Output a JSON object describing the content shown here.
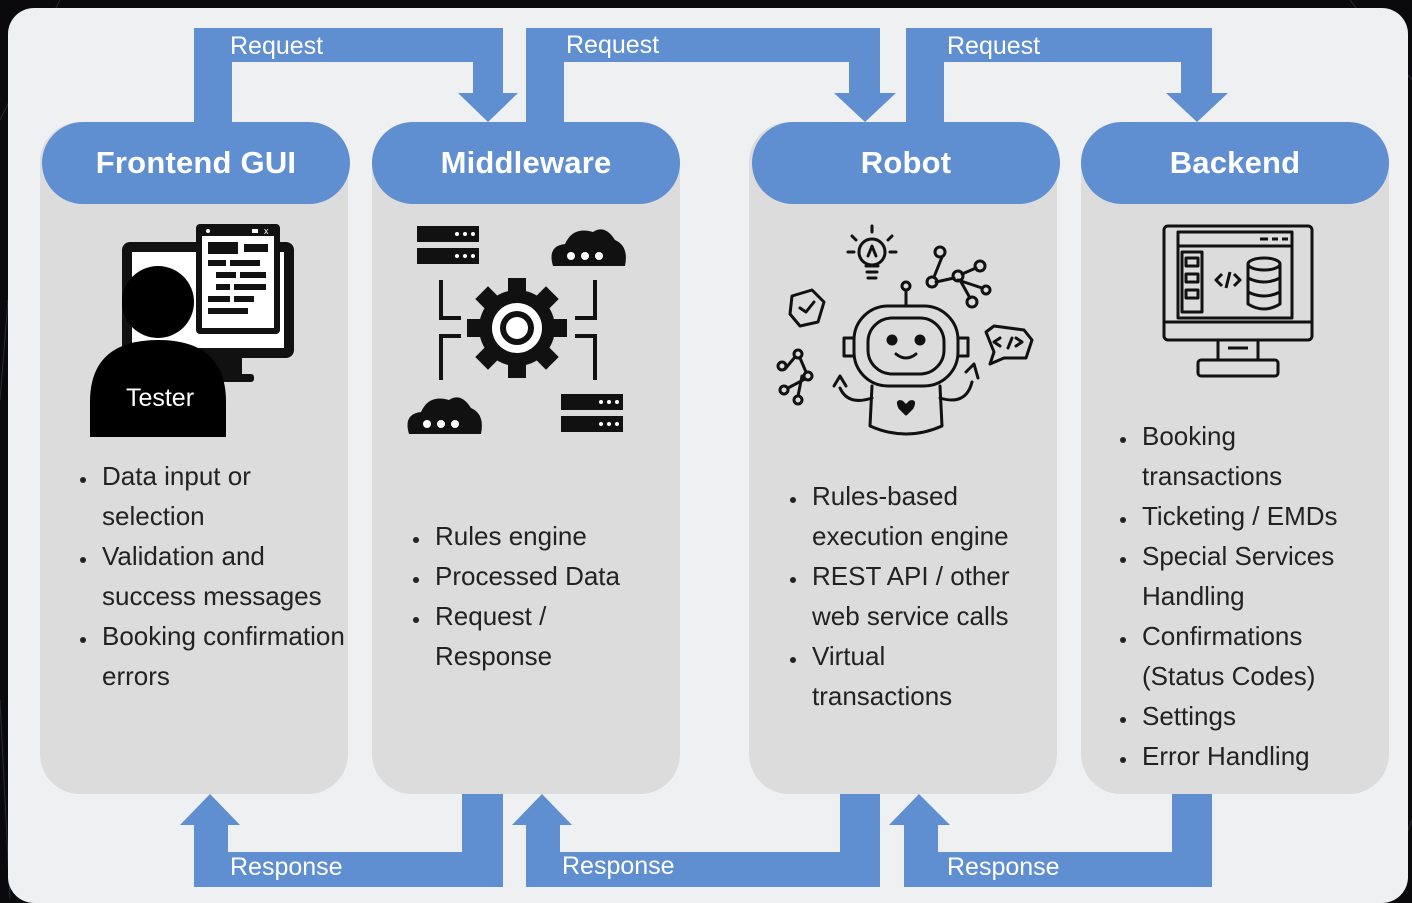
{
  "colors": {
    "accent": "#5f8fd0",
    "panel": "#eef0f2",
    "column": "#dcdcdc",
    "background": "#0a0a0d"
  },
  "columns": [
    {
      "title": "Frontend GUI",
      "icon": "tester-computer-icon",
      "bullets": [
        "Data input or selection",
        "Validation and success messages",
        "Booking confirmation errors"
      ]
    },
    {
      "title": "Middleware",
      "icon": "gear-servers-clouds-icon",
      "bullets": [
        "Rules engine",
        "Processed Data",
        "Request / Response"
      ]
    },
    {
      "title": "Robot",
      "icon": "robot-icon",
      "bullets": [
        "Rules-based execution engine",
        "REST API / other web service calls",
        "Virtual transactions"
      ]
    },
    {
      "title": "Backend",
      "icon": "database-monitor-icon",
      "bullets": [
        "Booking transactions",
        "Ticketing / EMDs",
        "Special Services Handling",
        "Confirmations (Status Codes)",
        "Settings",
        "Error Handling"
      ]
    }
  ],
  "tester_label": "Tester",
  "arrows": {
    "request_labels": [
      "Request",
      "Request",
      "Request"
    ],
    "response_labels": [
      "Response",
      "Response",
      "Response"
    ]
  }
}
